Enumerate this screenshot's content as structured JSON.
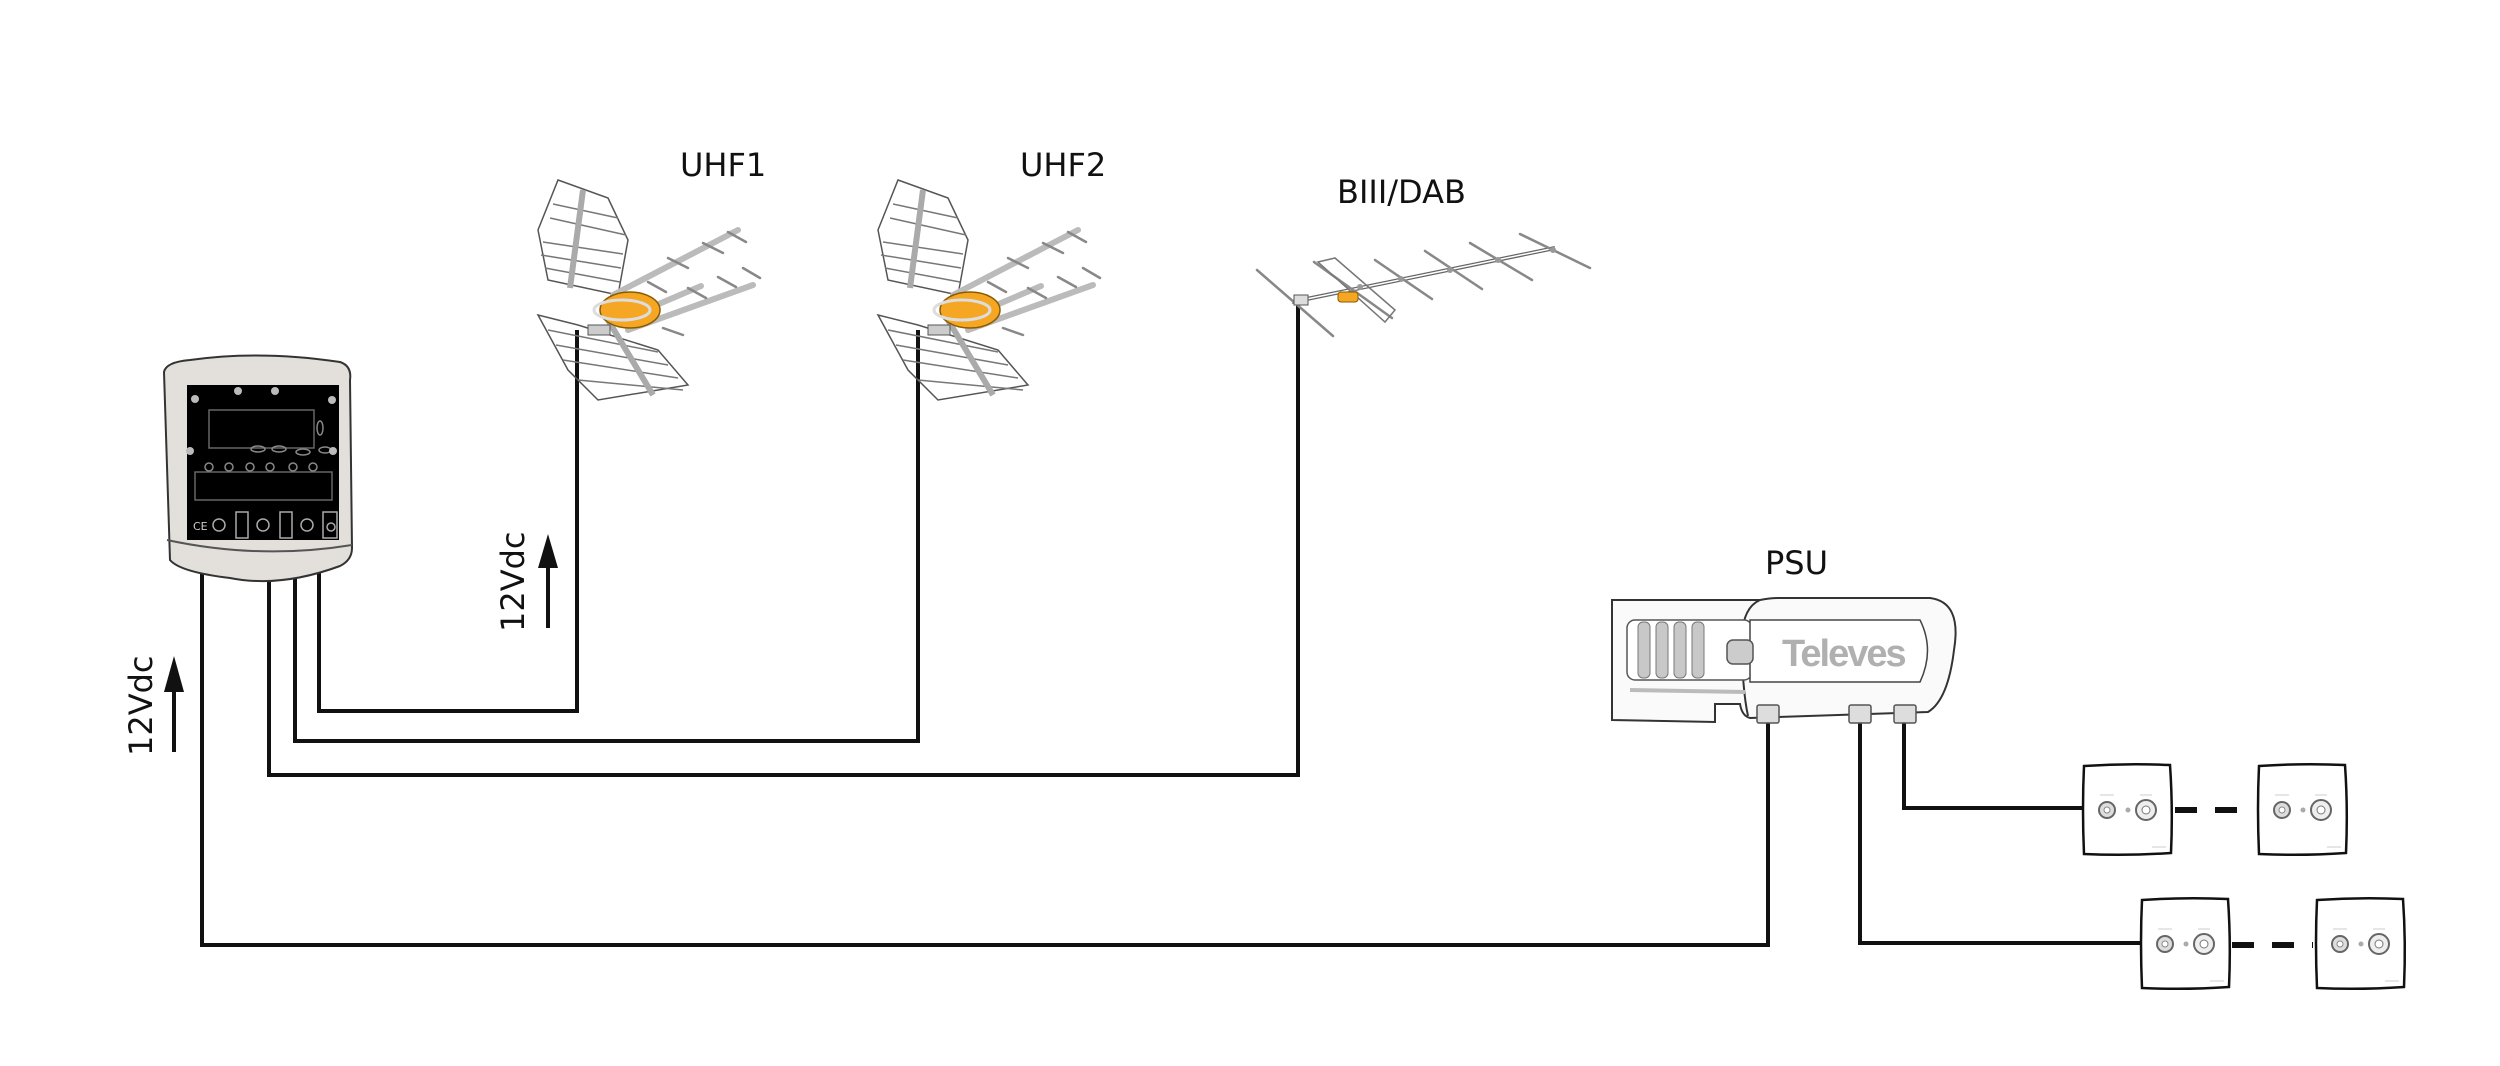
{
  "diagram": {
    "title": "Antenna amplifier installation schematic",
    "antennas": [
      {
        "id": "uhf1",
        "label": "UHF1",
        "type": "UHF grid antenna"
      },
      {
        "id": "uhf2",
        "label": "UHF2",
        "type": "UHF grid antenna"
      },
      {
        "id": "biii",
        "label": "BIII/DAB",
        "type": "Yagi antenna"
      }
    ],
    "amplifier": {
      "label": "",
      "type": "mast amplifier"
    },
    "psu": {
      "label": "PSU",
      "brand": "Televes"
    },
    "voltage_labels": [
      {
        "id": "v1",
        "text": "12Vdc",
        "direction": "up"
      },
      {
        "id": "v2",
        "text": "12Vdc",
        "direction": "up"
      }
    ],
    "outlets": {
      "rows": 2,
      "per_row_shown": 2,
      "continuation": "dashed"
    },
    "colors": {
      "wire": "#111111",
      "housing": "#e3e0db",
      "panel": "#000000",
      "antenna_accent": "#f5a623",
      "logo": "#b0b0b0"
    }
  }
}
